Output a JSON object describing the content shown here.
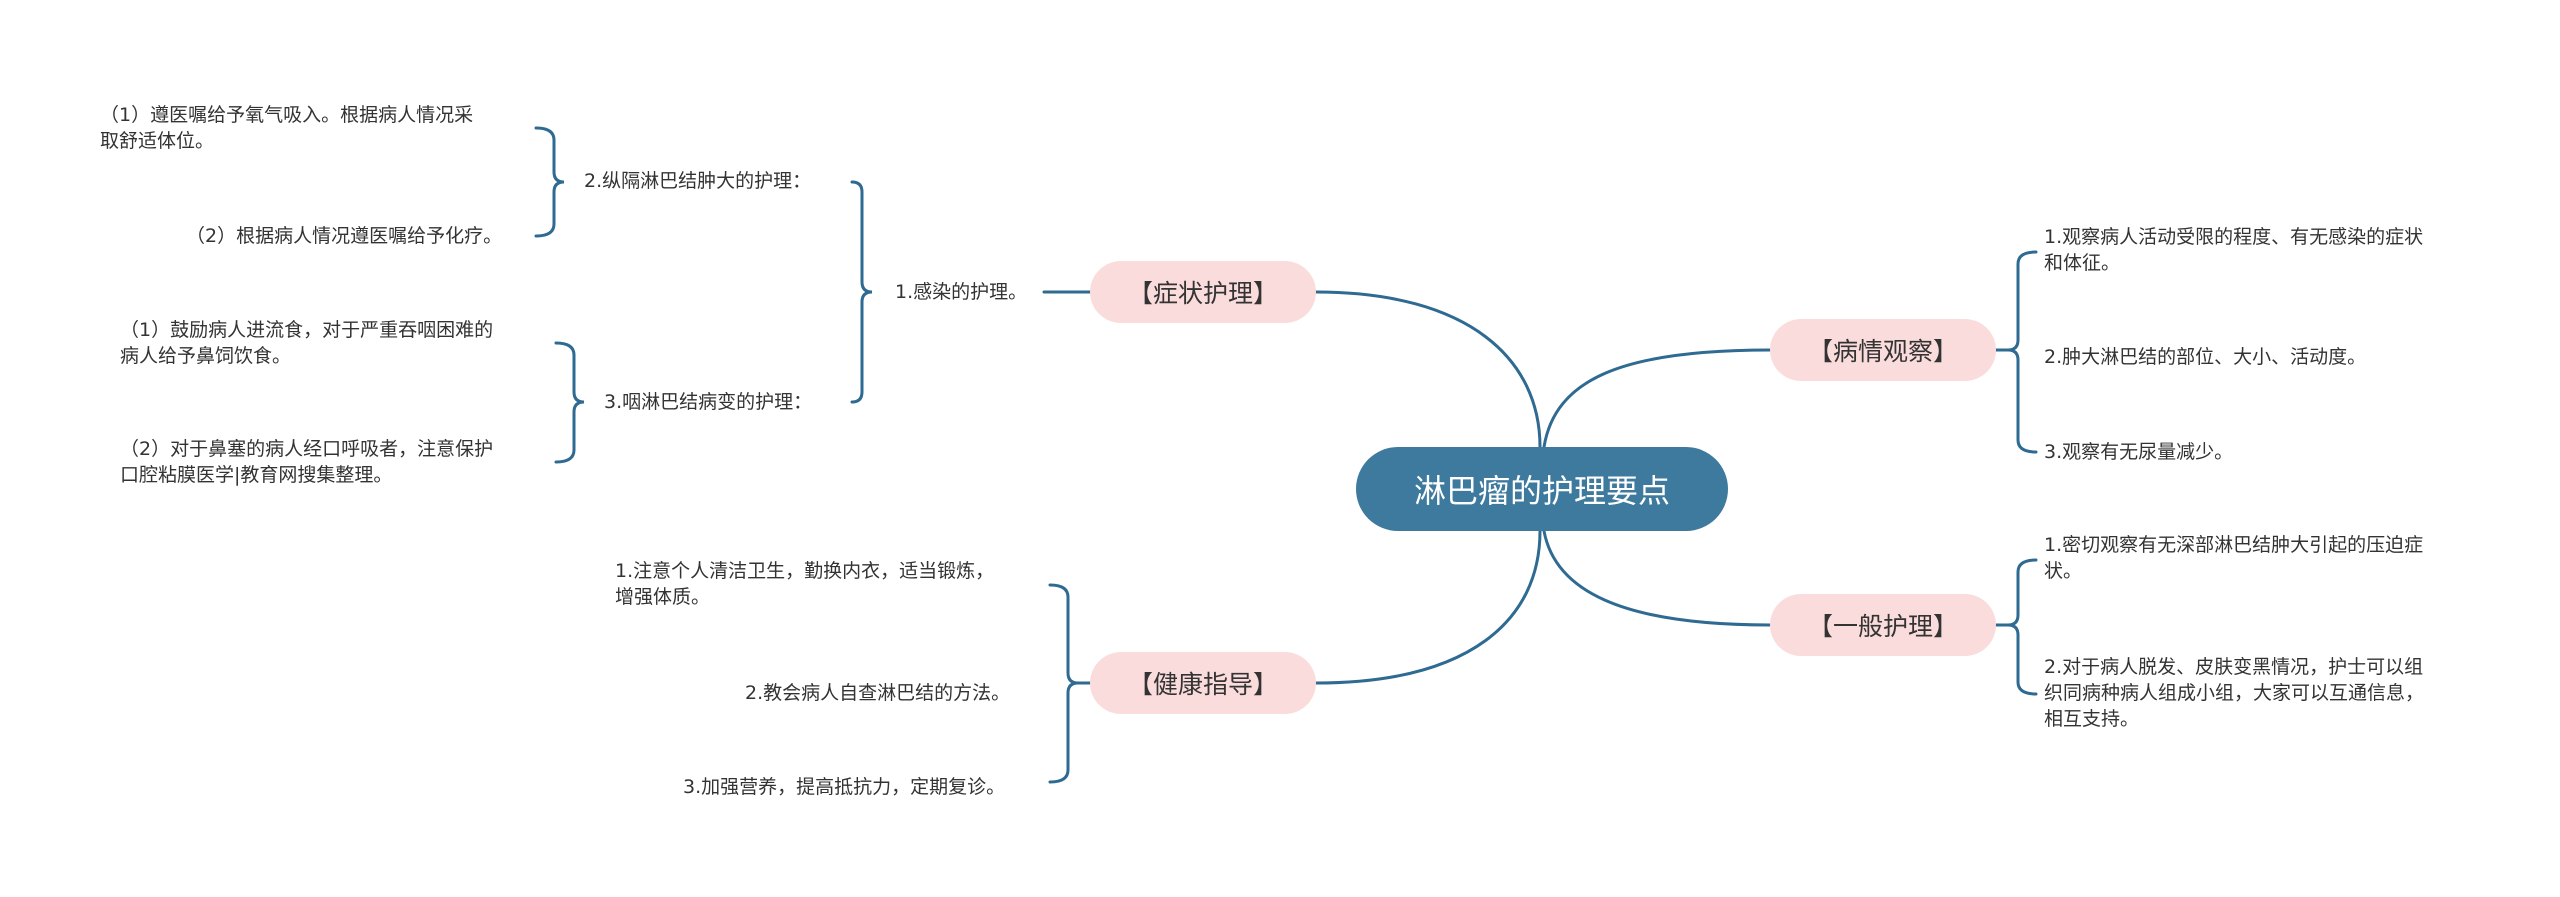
{
  "root": {
    "label": "淋巴瘤的护理要点"
  },
  "topics": {
    "symptom": {
      "label": "【症状护理】",
      "infection": {
        "label": "1.感染的护理。",
        "mediastinal": {
          "label": "2.纵隔淋巴结肿大的护理：",
          "items": [
            "（1）遵医嘱给予氧气吸入。根据病人情况采\n取舒适体位。",
            "（2）根据病人情况遵医嘱给予化疗。"
          ]
        },
        "pharyngeal": {
          "label": "3.咽淋巴结病变的护理：",
          "items": [
            "（1）鼓励病人进流食，对于严重吞咽困难的\n病人给予鼻饲饮食。",
            "（2）对于鼻塞的病人经口呼吸者，注意保护\n口腔粘膜医学|教育网搜集整理。"
          ]
        }
      }
    },
    "health": {
      "label": "【健康指导】",
      "items": [
        "1.注意个人清洁卫生，勤换内衣，适当锻炼，\n增强体质。",
        "2.教会病人自查淋巴结的方法。",
        "3.加强营养，提高抵抗力，定期复诊。"
      ]
    },
    "observe": {
      "label": "【病情观察】",
      "items": [
        "1.观察病人活动受限的程度、有无感染的症状\n和体征。",
        "2.肿大淋巴结的部位、大小、活动度。",
        "3.观察有无尿量减少。"
      ]
    },
    "general": {
      "label": "【一般护理】",
      "items": [
        "1.密切观察有无深部淋巴结肿大引起的压迫症\n状。",
        "2.对于病人脱发、皮肤变黑情况，护士可以组\n织同病种病人组成小组，大家可以互通信息，\n相互支持。"
      ]
    }
  },
  "colors": {
    "root": "#3d7a9e",
    "topic": "#fbdcdc",
    "line": "#2e6a91",
    "text": "#333333"
  }
}
